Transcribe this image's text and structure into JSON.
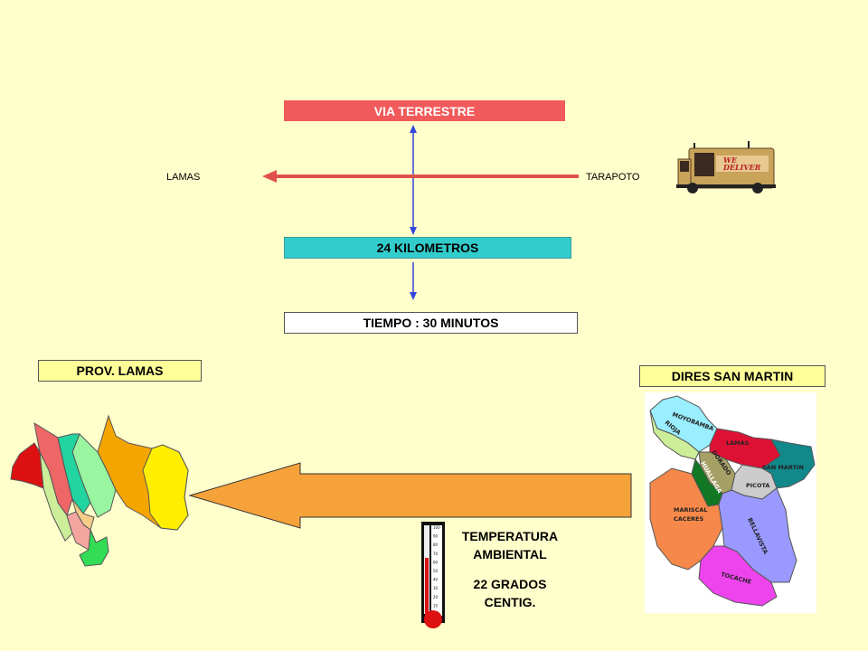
{
  "title": "VIA TERRESTRE",
  "origin": "TARAPOTO",
  "destination": "LAMAS",
  "distance": "24 KILOMETROS",
  "time": "TIEMPO : 30 MINUTOS",
  "province_label": "PROV.  LAMAS",
  "dires_label": "DIRES SAN MARTIN",
  "truck_text": [
    "WE",
    "DELIVER"
  ],
  "temperature": {
    "label_line1": "TEMPERATURA",
    "label_line2": "AMBIENTAL",
    "value_line1": "22 GRADOS",
    "value_line2": "CENTIG.",
    "scale": [
      "100",
      "90",
      "80",
      "70",
      "60",
      "50",
      "40",
      "30",
      "20",
      "10"
    ]
  },
  "map_regions": {
    "moyobamba": "MOYOBAMBA",
    "rioja": "RIOJA",
    "lamas": "LAMAS",
    "dorado": "DORADO",
    "huallaga": "HUALLAGA",
    "san_martin": "SAN MARTIN",
    "picota": "PICOTA",
    "mariscal_1": "MARISCAL",
    "mariscal_2": "CACERES",
    "bellavista": "BELLAVISTA",
    "tocache": "TOCACHE"
  },
  "colors": {
    "background": "#FFFFCC",
    "title_box": "#F05A5A",
    "distance_box": "#33CCCC",
    "arrow_red": "#E0504A",
    "arrow_blue": "#3344DD",
    "big_arrow": "#F6A23A"
  }
}
